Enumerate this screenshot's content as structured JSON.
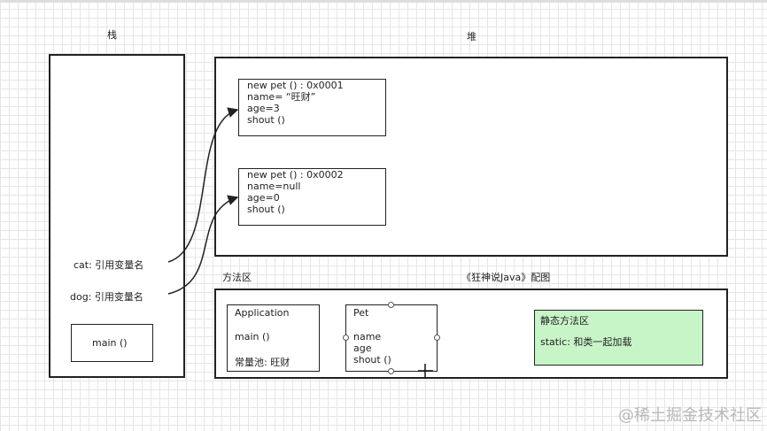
{
  "stack": {
    "title": "栈",
    "refs": [
      "cat: 引用变量名",
      "dog: 引用变量名"
    ],
    "main": "main ()"
  },
  "heap": {
    "title": "堆",
    "objects": [
      {
        "lines": [
          "new pet ()   :  0x0001",
          "name= “旺财”",
          "age=3",
          "shout ()"
        ]
      },
      {
        "lines": [
          "new pet ()   :  0x0002",
          "name=null",
          "age=0",
          "shout ()"
        ]
      }
    ]
  },
  "method_area": {
    "title": "方法区",
    "caption": "《狂神说Java》配图",
    "application": [
      "Application",
      "main ()",
      "常量池: 旺财"
    ],
    "pet": [
      "Pet",
      "name",
      "age",
      "shout ()"
    ],
    "static_area": [
      "静态方法区",
      "static: 和类一起加载"
    ]
  },
  "colors": {
    "static_fill": "#c8f5c8",
    "border": "#222222"
  },
  "watermark": "@稀土掘金技术社区"
}
